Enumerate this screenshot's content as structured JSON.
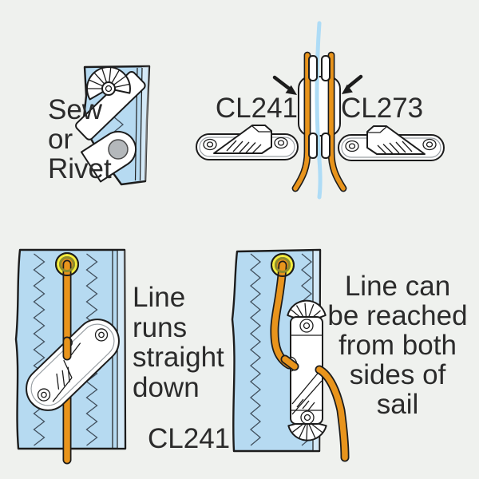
{
  "colors": {
    "background": "#eff1ee",
    "sail": "#b6daf1",
    "line_orange": "#e8941c",
    "grommet_yellow": "#f4ec3d",
    "grommet_ring": "#8f8b2c",
    "sail_line": "#aedcf6",
    "rivet_grey": "#b4b8bb",
    "outline": "#1c1c1c",
    "text": "#2b2b2b"
  },
  "figure_top_left": {
    "caption": "Sew\nor\nRivet"
  },
  "figure_top_right": {
    "left_label": "CL241",
    "right_label": "CL273"
  },
  "figure_bottom_left": {
    "caption": "Line\nruns\nstraight\ndown",
    "model_label": "CL241"
  },
  "figure_bottom_right": {
    "caption": "Line can\nbe reached\nfrom both\nsides of\nsail"
  }
}
